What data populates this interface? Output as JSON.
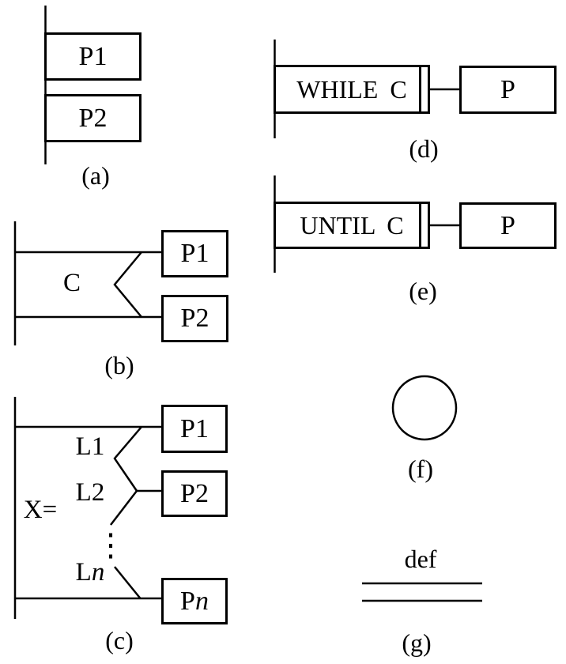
{
  "figure": {
    "background_color": "#ffffff",
    "line_color": "#000000"
  },
  "panels": {
    "a": {
      "caption": "(a)",
      "boxes": [
        {
          "label": "P1"
        },
        {
          "label": "P2"
        }
      ]
    },
    "b": {
      "caption": "(b)",
      "condition_label": "C",
      "boxes": [
        {
          "label": "P1"
        },
        {
          "label": "P2"
        }
      ]
    },
    "c": {
      "caption": "(c)",
      "selector_label": "X=",
      "branch_labels": [
        "L1",
        "L2"
      ],
      "last_branch": {
        "prefix": "L",
        "variable": "n"
      },
      "ellipsis": "⋮",
      "boxes": [
        {
          "label": "P1"
        },
        {
          "label": "P2"
        }
      ],
      "last_box": {
        "prefix": "P",
        "variable": "n"
      }
    },
    "d": {
      "caption": "(d)",
      "condition_label": "WHILE C",
      "process_label": "P"
    },
    "e": {
      "caption": "(e)",
      "condition_label": "UNTIL C",
      "process_label": "P"
    },
    "f": {
      "caption": "(f)"
    },
    "g": {
      "caption": "(g)",
      "definition_label": "def"
    }
  }
}
